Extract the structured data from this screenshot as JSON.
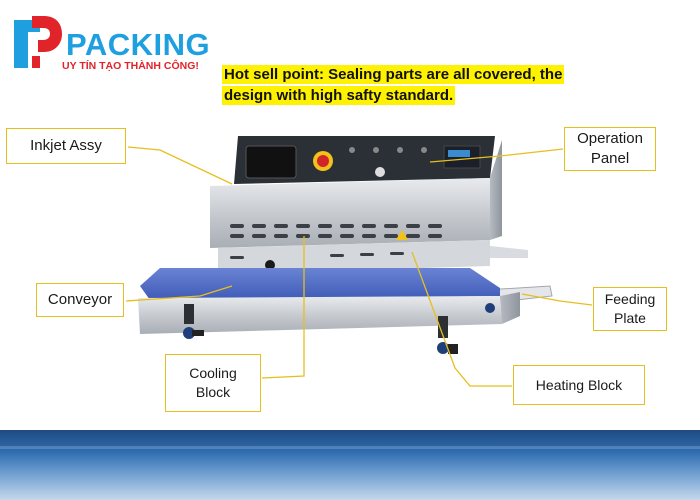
{
  "logo": {
    "word": "PACKING",
    "slogan": "UY TÍN TẠO THÀNH CÔNG!",
    "colors": {
      "brand_blue": "#1d9fe0",
      "brand_red": "#e0242a"
    }
  },
  "headline": {
    "line1": "Hot sell point: Sealing parts are all covered, the",
    "line2": "design with high safty standard.",
    "highlight_color": "#fff200"
  },
  "callouts": {
    "inkjet": "Inkjet Assy",
    "operation_panel": [
      "Operation",
      "Panel"
    ],
    "conveyor": "Conveyor",
    "feeding_plate": [
      "Feeding",
      "Plate"
    ],
    "cooling_block": [
      "Cooling",
      "Block"
    ],
    "heating_block": "Heating Block"
  },
  "colors": {
    "callout_border": "#e6bf1f",
    "leader_line": "#e6bf1f",
    "conveyor_belt": "#3f5bb6"
  }
}
